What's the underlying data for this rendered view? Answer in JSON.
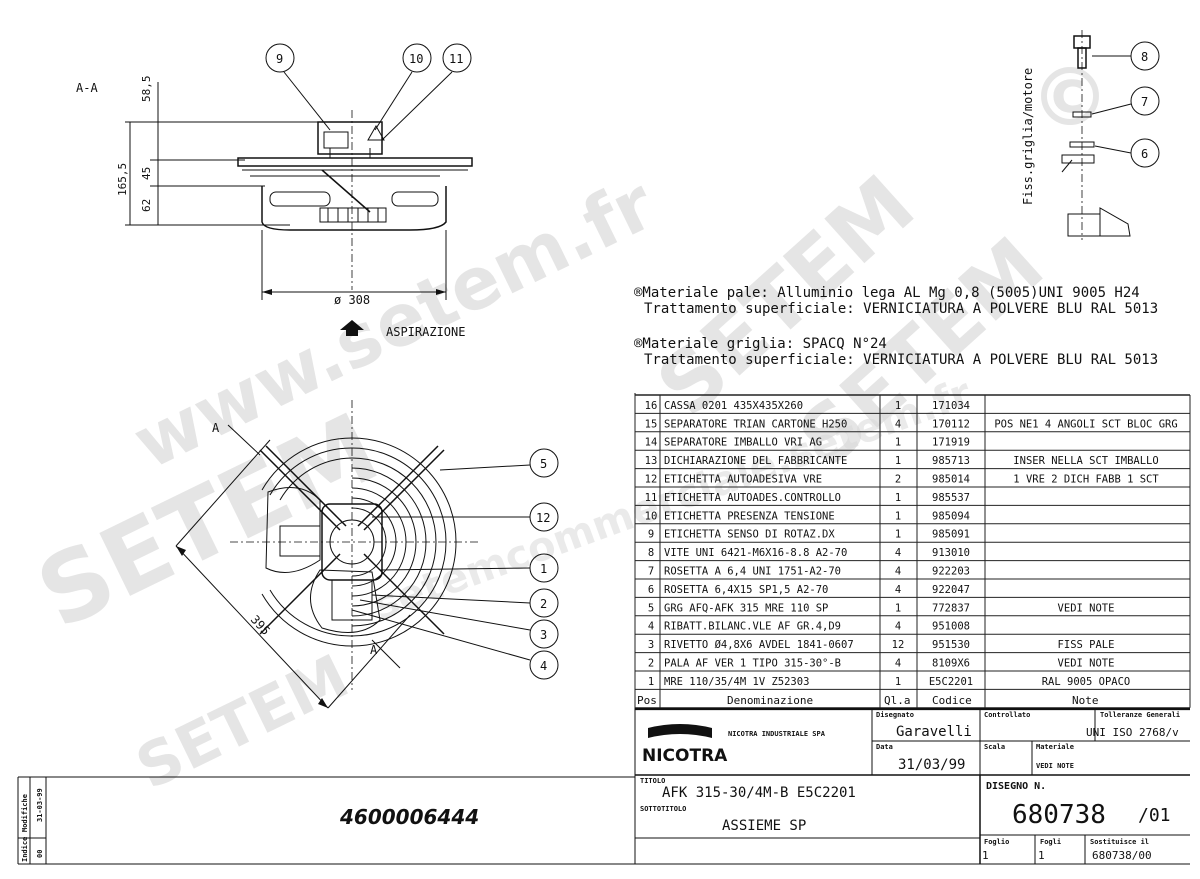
{
  "section_label": "A-A",
  "dims": {
    "d1": "58,5",
    "d2": "165,5",
    "d3": "45",
    "d4": "62",
    "diameter": "ø 308",
    "diag": "395",
    "a_top": "A",
    "a_bottom": "A"
  },
  "aspirazione": "ASPIRAZIONE",
  "fiss_label": "Fiss.griglia/motore",
  "balloons": {
    "b9": "9",
    "b10": "10",
    "b11": "11",
    "b8": "8",
    "b7": "7",
    "b6": "6",
    "b5": "5",
    "b12": "12",
    "b1": "1",
    "b2": "2",
    "b3": "3",
    "b4": "4"
  },
  "notes": {
    "n1a": "®Materiale pale: Alluminio lega AL Mg 0,8 (5005)UNI 9005 H24",
    "n1b": "Trattamento superficiale: VERNICIATURA A POLVERE BLU  RAL 5013",
    "n2a": "®Materiale griglia: SPACQ N°24",
    "n2b": "Trattamento superficiale: VERNICIATURA A POLVERE BLU  RAL 5013"
  },
  "bom": {
    "header": {
      "pos": "Pos",
      "den": "Denominazione",
      "qta": "Ql.a",
      "cod": "Codice",
      "note": "Note"
    },
    "rows": [
      {
        "pos": "16",
        "den": "CASSA 0201 435X435X260",
        "qta": "1",
        "cod": "171034",
        "note": ""
      },
      {
        "pos": "15",
        "den": "SEPARATORE TRIAN CARTONE H250",
        "qta": "4",
        "cod": "170112",
        "note": "POS NE1 4 ANGOLI SCT BLOC GRG"
      },
      {
        "pos": "14",
        "den": "SEPARATORE IMBALLO VRI AG",
        "qta": "1",
        "cod": "171919",
        "note": ""
      },
      {
        "pos": "13",
        "den": "DICHIARAZIONE DEL FABBRICANTE",
        "qta": "1",
        "cod": "985713",
        "note": "INSER NELLA SCT IMBALLO"
      },
      {
        "pos": "12",
        "den": "ETICHETTA AUTOADESIVA VRE",
        "qta": "2",
        "cod": "985014",
        "note": "1 VRE 2 DICH FABB 1 SCT"
      },
      {
        "pos": "11",
        "den": "ETICHETTA AUTOADES.CONTROLLO",
        "qta": "1",
        "cod": "985537",
        "note": ""
      },
      {
        "pos": "10",
        "den": "ETICHETTA PRESENZA TENSIONE",
        "qta": "1",
        "cod": "985094",
        "note": ""
      },
      {
        "pos": "9",
        "den": "ETICHETTA SENSO DI ROTAZ.DX",
        "qta": "1",
        "cod": "985091",
        "note": ""
      },
      {
        "pos": "8",
        "den": "VITE UNI 6421-M6X16-8.8 A2-70",
        "qta": "4",
        "cod": "913010",
        "note": ""
      },
      {
        "pos": "7",
        "den": "ROSETTA A 6,4 UNI 1751-A2-70",
        "qta": "4",
        "cod": "922203",
        "note": ""
      },
      {
        "pos": "6",
        "den": "ROSETTA 6,4X15 SP1,5 A2-70",
        "qta": "4",
        "cod": "922047",
        "note": ""
      },
      {
        "pos": "5",
        "den": "GRG AFQ-AFK 315 MRE 110 SP",
        "qta": "1",
        "cod": "772837",
        "note": "VEDI NOTE"
      },
      {
        "pos": "4",
        "den": "RIBATT.BILANC.VLE AF GR.4,D9",
        "qta": "4",
        "cod": "951008",
        "note": ""
      },
      {
        "pos": "3",
        "den": "RIVETTO Ø4,8X6 AVDEL 1841-0607",
        "qta": "12",
        "cod": "951530",
        "note": "FISS PALE"
      },
      {
        "pos": "2",
        "den": "PALA AF VER 1 TIPO 315-30°-B",
        "qta": "4",
        "cod": "8109X6",
        "note": "VEDI NOTE"
      },
      {
        "pos": "1",
        "den": "MRE 110/35/4M 1V Z52303",
        "qta": "1",
        "cod": "E5C2201",
        "note": "RAL 9005 OPACO"
      }
    ]
  },
  "title_block": {
    "company": "NICOTRA INDUSTRIALE SPA",
    "logo": "NICOTRA",
    "disegnato_label": "Disegnato",
    "disegnato": "Garavelli",
    "controllato_label": "Controllato",
    "tolleranze_label": "Tolleranze Generali",
    "tolleranze": "UNI ISO 2768/v",
    "data_label": "Data",
    "data": "31/03/99",
    "scala_label": "Scala",
    "materiale_label": "Materiale",
    "materiale": "VEDI NOTE",
    "titolo_label": "TITOLO",
    "titolo": "AFK 315-30/4M-B    E5C2201",
    "sottotitolo_label": "SOTTOTITOLO",
    "sottotitolo": "ASSIEME SP",
    "disegno_label": "DISEGNO N.",
    "disegno": "680738",
    "rev": "/01",
    "foglio_label": "Foglio",
    "foglio": "1",
    "fogli_label": "Fogli",
    "fogli": "1",
    "sostituisce_label": "Sostituisce il",
    "sostituisce": "680738/00"
  },
  "part_number": "4600006444",
  "revision_strip": {
    "modifiche_label": "Modifiche",
    "indice_label": "Indice",
    "date": "31-03-99",
    "index": "00"
  },
  "watermarks": {
    "w1": "www.setem.fr",
    "w2": "SETEM",
    "w3": "SETEM",
    "w4": "SETEM",
    "w5": "setemcommerciale.setem.fr",
    "w6": "SETEM",
    "copyright": "©"
  }
}
